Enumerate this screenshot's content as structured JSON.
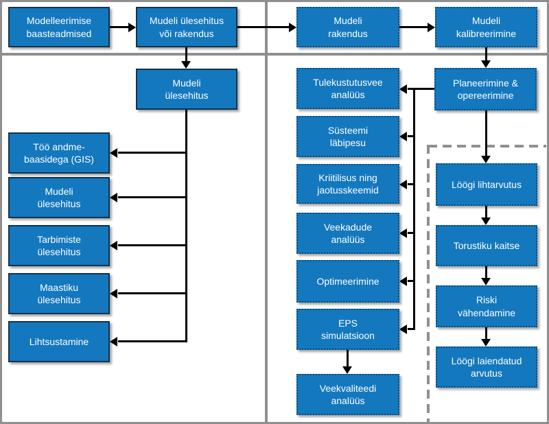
{
  "colors": {
    "box_fill": "#1478BE",
    "box_border_solid": "#11324D",
    "box_border_dotted": "#0D4A77",
    "arrow": "#000000",
    "frame_gray": "#8F8F8F",
    "text": "#FFFFFF",
    "background": "#FFFFFF"
  },
  "nodes": [
    {
      "id": "modelleerimise-baasteadmised",
      "label": "Modelleerimise\nbaasteadmised"
    },
    {
      "id": "mudeli-ulesehitus-voi-rakendus",
      "label": "Mudeli ülesehitus\nvõi rakendus"
    },
    {
      "id": "mudeli-rakendus",
      "label": "Mudeli\nrakendus"
    },
    {
      "id": "mudeli-kalibreerimine",
      "label": "Mudeli\nkalibreerimine"
    },
    {
      "id": "mudeli-ulesehitus-hub",
      "label": "Mudeli\nülesehitus"
    },
    {
      "id": "too-andmebaasidega-gis",
      "label": "Töö andme-\nbaasidega (GIS)"
    },
    {
      "id": "mudeli-ulesehitus",
      "label": "Mudeli\nülesehitus"
    },
    {
      "id": "tarbimiste-ulesehitus",
      "label": "Tarbimiste\nülesehitus"
    },
    {
      "id": "maastiku-ulesehitus",
      "label": "Maastiku\nülesehitus"
    },
    {
      "id": "lihtsustamine",
      "label": "Lihtsustamine"
    },
    {
      "id": "planeerimine-opereerimine",
      "label": "Planeerimine &\nopereerimine"
    },
    {
      "id": "tulekustutusvee-analuus",
      "label": "Tulekustutusvee\nanalüüs"
    },
    {
      "id": "susteemi-labipesu",
      "label": "Süsteemi\nläbipesu"
    },
    {
      "id": "kriitilisus-jaotusskeemid",
      "label": "Kriitilisus ning\njaotusskeemid"
    },
    {
      "id": "veekadude-analuus",
      "label": "Veekadude\nanalüüs"
    },
    {
      "id": "optimeerimine",
      "label": "Optimeerimine"
    },
    {
      "id": "eps-simulatsioon",
      "label": "EPS\nsimulatsioon"
    },
    {
      "id": "veekvaliteedi-analuus",
      "label": "Veekvaliteedi\nanalüüs"
    },
    {
      "id": "loogi-lihtarvutus",
      "label": "Löögi lihtarvutus"
    },
    {
      "id": "torustiku-kaitse",
      "label": "Torustiku kaitse"
    },
    {
      "id": "riski-vahendamine",
      "label": "Riski\nvähendamine"
    },
    {
      "id": "loogi-laiendatud-arvutus",
      "label": "Löögi laiendatud\narvutus"
    }
  ],
  "edges": [
    {
      "from": "modelleerimise-baasteadmised",
      "to": "mudeli-ulesehitus-voi-rakendus"
    },
    {
      "from": "mudeli-ulesehitus-voi-rakendus",
      "to": "mudeli-rakendus"
    },
    {
      "from": "mudeli-rakendus",
      "to": "mudeli-kalibreerimine"
    },
    {
      "from": "mudeli-ulesehitus-voi-rakendus",
      "to": "mudeli-ulesehitus-hub"
    },
    {
      "from": "mudeli-kalibreerimine",
      "to": "planeerimine-opereerimine"
    },
    {
      "from": "mudeli-ulesehitus-hub",
      "to": "too-andmebaasidega-gis"
    },
    {
      "from": "mudeli-ulesehitus-hub",
      "to": "mudeli-ulesehitus"
    },
    {
      "from": "mudeli-ulesehitus-hub",
      "to": "tarbimiste-ulesehitus"
    },
    {
      "from": "mudeli-ulesehitus-hub",
      "to": "maastiku-ulesehitus"
    },
    {
      "from": "mudeli-ulesehitus-hub",
      "to": "lihtsustamine"
    },
    {
      "from": "planeerimine-opereerimine",
      "to": "tulekustutusvee-analuus"
    },
    {
      "from": "planeerimine-opereerimine",
      "to": "susteemi-labipesu"
    },
    {
      "from": "planeerimine-opereerimine",
      "to": "kriitilisus-jaotusskeemid"
    },
    {
      "from": "planeerimine-opereerimine",
      "to": "veekadude-analuus"
    },
    {
      "from": "planeerimine-opereerimine",
      "to": "optimeerimine"
    },
    {
      "from": "planeerimine-opereerimine",
      "to": "eps-simulatsioon"
    },
    {
      "from": "eps-simulatsioon",
      "to": "veekvaliteedi-analuus"
    },
    {
      "from": "planeerimine-opereerimine",
      "to": "loogi-lihtarvutus"
    },
    {
      "from": "loogi-lihtarvutus",
      "to": "torustiku-kaitse"
    },
    {
      "from": "torustiku-kaitse",
      "to": "riski-vahendamine"
    },
    {
      "from": "riski-vahendamine",
      "to": "loogi-laiendatud-arvutus"
    }
  ]
}
